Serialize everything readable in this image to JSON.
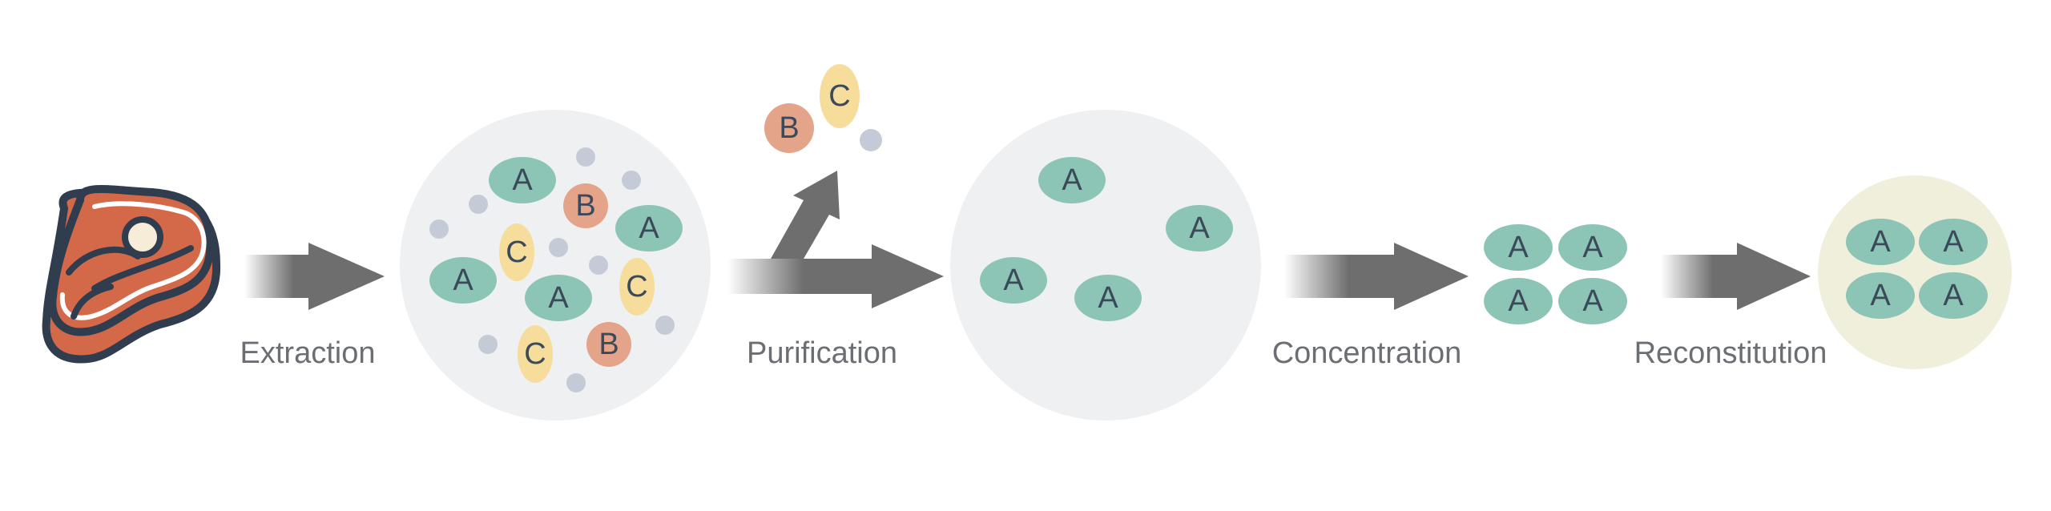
{
  "stages": {
    "extraction": "Extraction",
    "purification": "Purification",
    "concentration": "Concentration",
    "reconstitution": "Reconstitution"
  },
  "molecules": {
    "a": "A",
    "b": "B",
    "c": "C"
  },
  "colors": {
    "molecule_a": "#8cc4b6",
    "molecule_b": "#e4a48a",
    "molecule_c": "#f6dd9c",
    "impurity": "#c5cbd6",
    "pool": "#eff0f2",
    "reconstituted_pool": "#f0efdc",
    "arrow": "#6e6e6e",
    "meat": "#d4694a",
    "meat_outline": "#2f3d4f",
    "label_text": "#6b6e72"
  }
}
